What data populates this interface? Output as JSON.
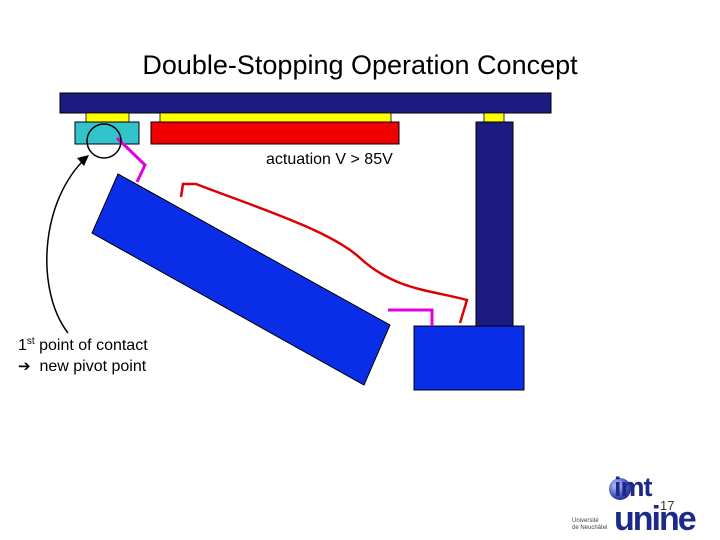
{
  "title": "Double-Stopping Operation Concept",
  "labels": {
    "actuation": "actuation V > 85V",
    "contact_sup": "st",
    "contact_num": "1",
    "contact_rest": " point of contact",
    "arrow_glyph": "➔",
    "pivot": "new pivot point"
  },
  "logo": {
    "imt": "imt",
    "unine": "unine",
    "small_line1": "Université",
    "small_line2": "de Neuchâtel"
  },
  "page_number": "17",
  "colors": {
    "anchor_beam": "#1c1c80",
    "cantilever": "#0a2ee8",
    "bottom_block": "#0a2ee8",
    "electrode": "#f00000",
    "spacer": "#ffff00",
    "stopper": "#33c3cc",
    "wire": "#e000e0",
    "wire_red": "#dd0000"
  }
}
